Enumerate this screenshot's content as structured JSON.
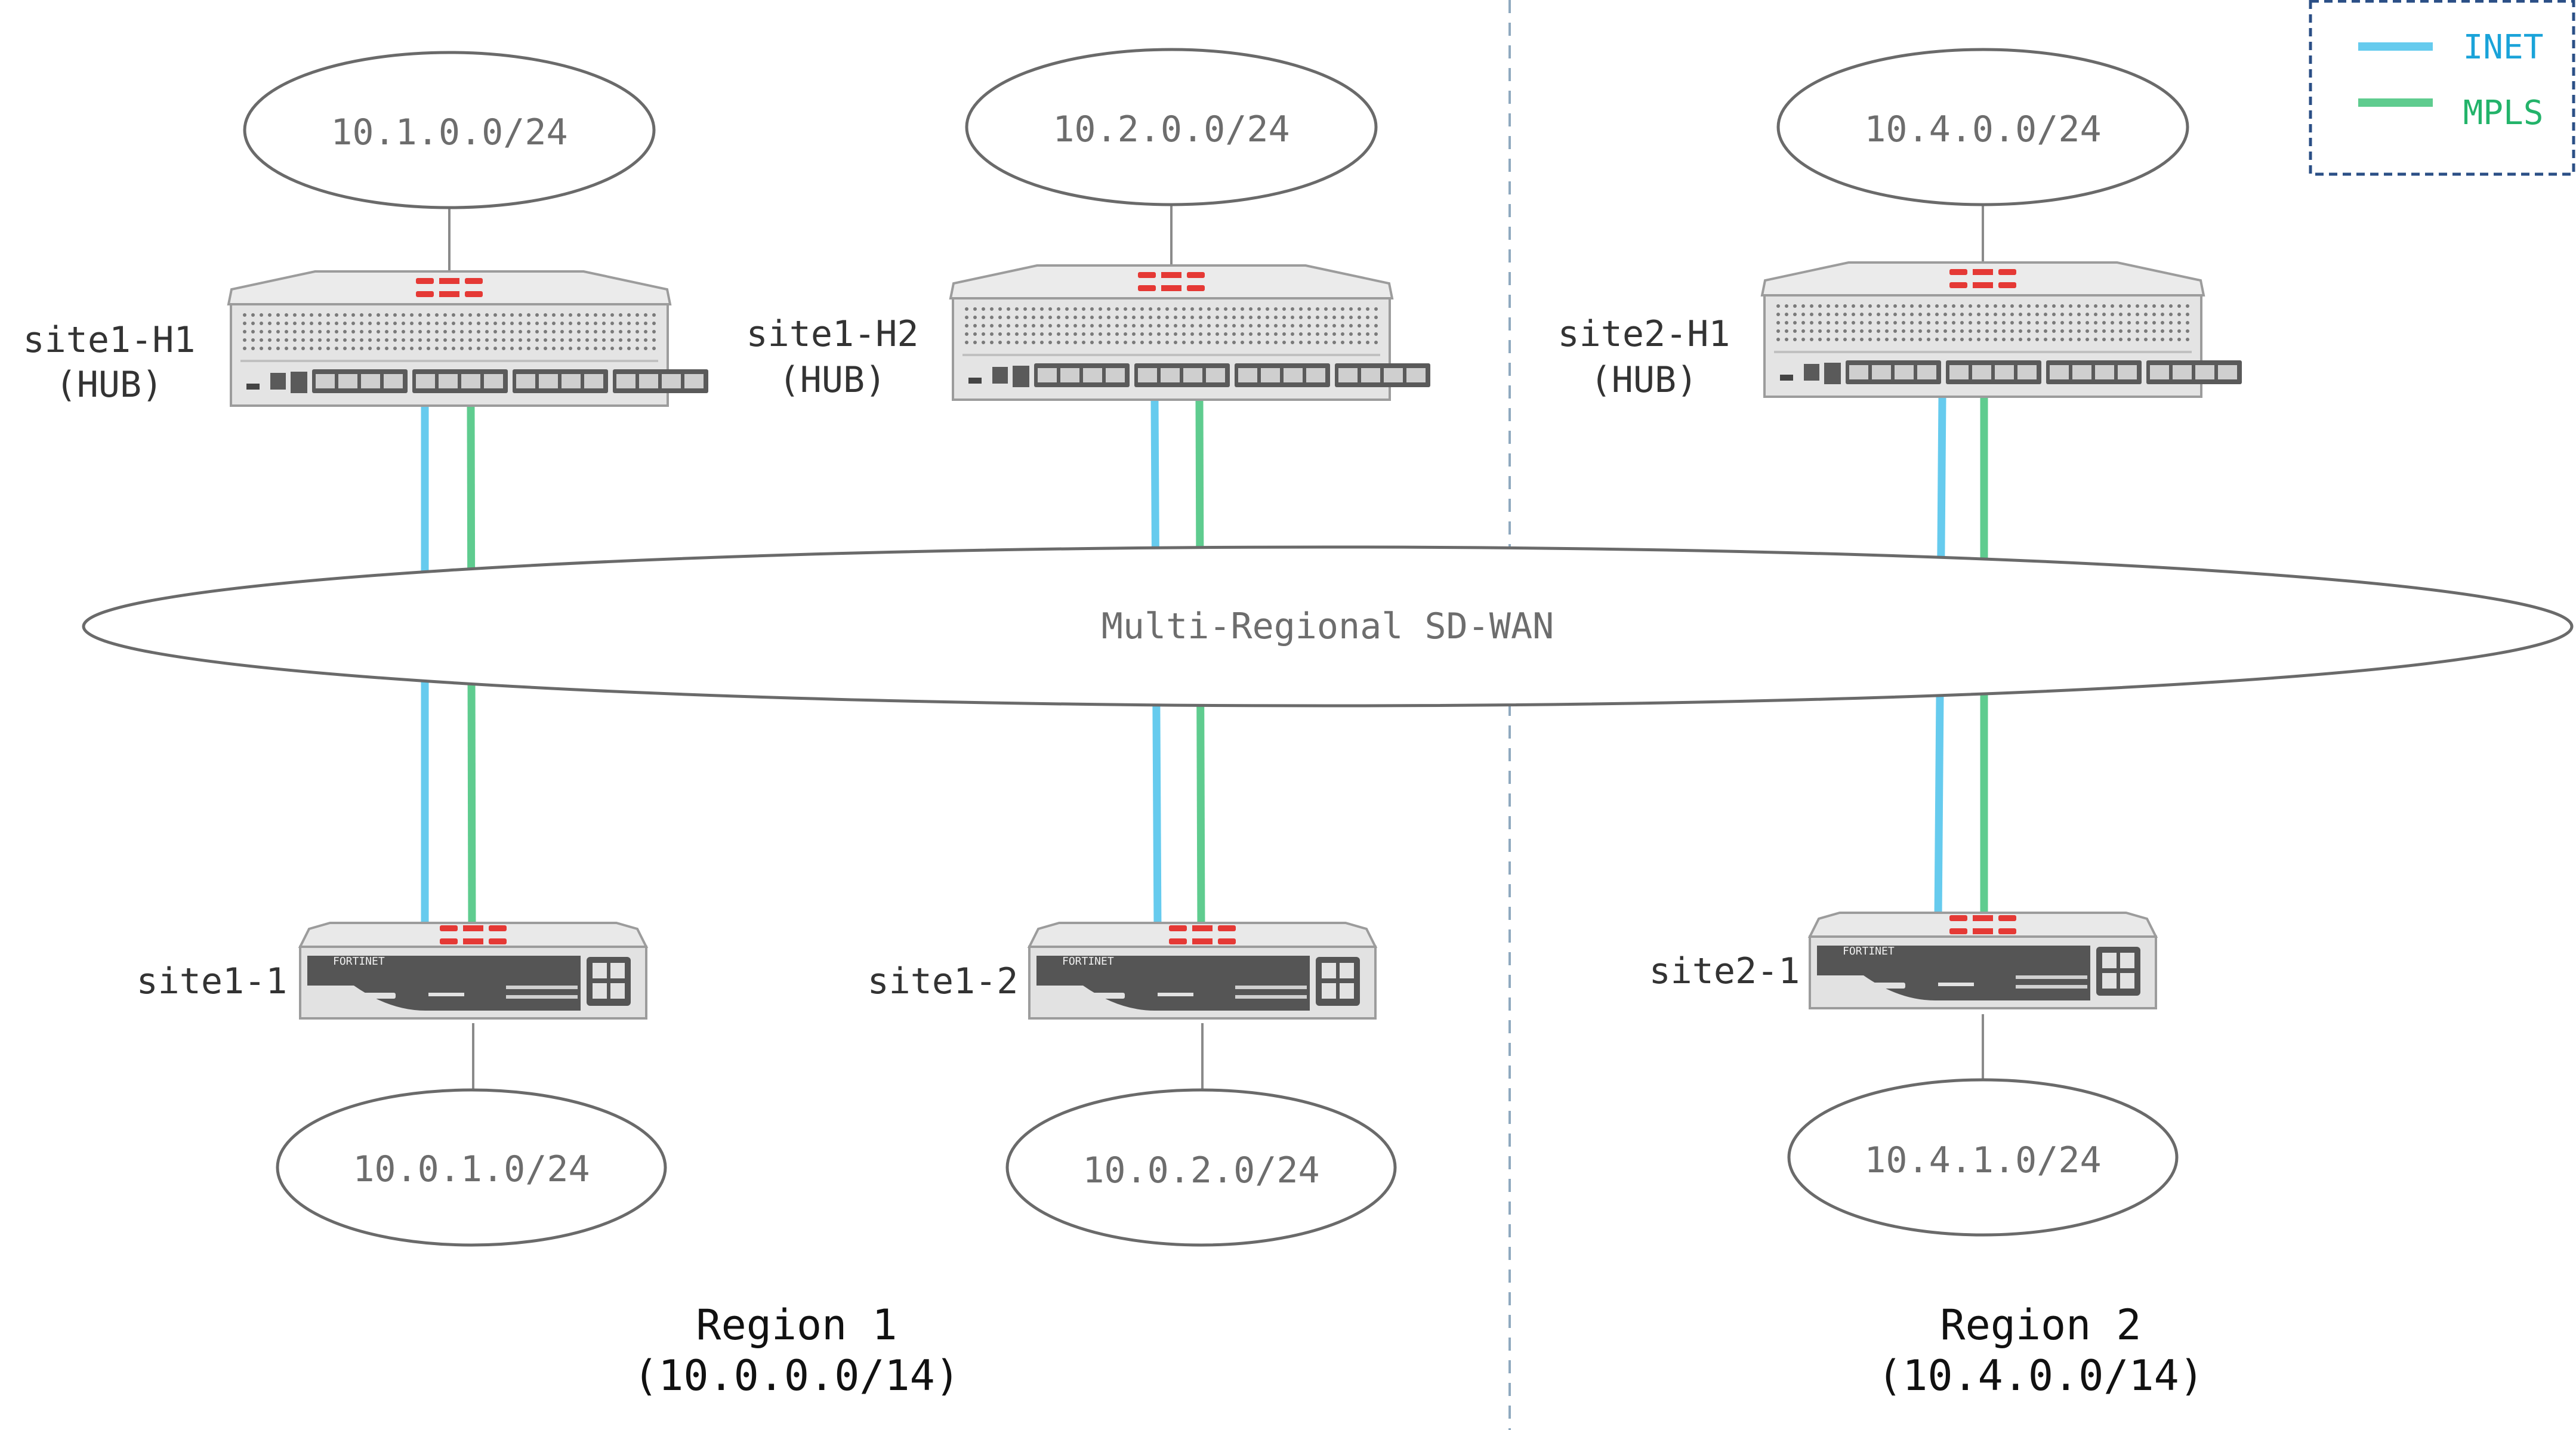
{
  "colors": {
    "inet": "#66cbee",
    "mpls": "#5fcc8f",
    "fortinet_red": "#e53935",
    "device_body": "#e2e2e2",
    "divider": "#8fa9bf",
    "legend_border": "#2b4f86"
  },
  "legend": {
    "inet": "INET",
    "mpls": "MPLS"
  },
  "overlay": {
    "label": "Multi-Regional SD-WAN"
  },
  "hubs": [
    {
      "name": "site1-H1",
      "role": "(HUB)",
      "subnet": "10.1.0.0/24"
    },
    {
      "name": "site1-H2",
      "role": "(HUB)",
      "subnet": "10.2.0.0/24"
    },
    {
      "name": "site2-H1",
      "role": "(HUB)",
      "subnet": "10.4.0.0/24"
    }
  ],
  "spokes": [
    {
      "name": "site1-1",
      "subnet": "10.0.1.0/24",
      "brand": "FORTINET"
    },
    {
      "name": "site1-2",
      "subnet": "10.0.2.0/24",
      "brand": "FORTINET"
    },
    {
      "name": "site2-1",
      "subnet": "10.4.1.0/24",
      "brand": "FORTINET"
    }
  ],
  "hub_brand": "FORTINET",
  "regions": [
    {
      "name": "Region 1",
      "range": "(10.0.0.0/14)"
    },
    {
      "name": "Region 2",
      "range": "(10.4.0.0/14)"
    }
  ]
}
